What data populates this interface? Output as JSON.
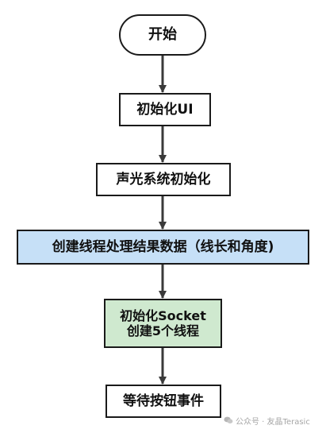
{
  "colors": {
    "stroke": "#1a1a1a",
    "arrow": "#3a3a3a",
    "default_fill": "#ffffff",
    "thread_fill": "#c6e0f7",
    "socket_fill": "#cfe9cf",
    "watermark_text": "#a6a6a6"
  },
  "flowchart": {
    "nodes": [
      {
        "id": "start",
        "shape": "terminator",
        "lines": [
          "开始"
        ],
        "fill": "#ffffff"
      },
      {
        "id": "init_ui",
        "shape": "process",
        "lines": [
          "初始化UI"
        ],
        "fill": "#ffffff"
      },
      {
        "id": "sound_light_init",
        "shape": "process",
        "lines": [
          "声光系统初始化"
        ],
        "fill": "#ffffff"
      },
      {
        "id": "create_thread",
        "shape": "process",
        "lines": [
          "创建线程处理结果数据（线长和角度)"
        ],
        "fill": "#c6e0f7"
      },
      {
        "id": "init_socket",
        "shape": "process",
        "lines": [
          "初始化Socket",
          "创建5个线程"
        ],
        "fill": "#cfe9cf"
      },
      {
        "id": "wait_button",
        "shape": "process",
        "lines": [
          "等待按钮事件"
        ],
        "fill": "#ffffff"
      }
    ],
    "edges": [
      {
        "from": "start",
        "to": "init_ui"
      },
      {
        "from": "init_ui",
        "to": "sound_light_init"
      },
      {
        "from": "sound_light_init",
        "to": "create_thread"
      },
      {
        "from": "create_thread",
        "to": "init_socket"
      },
      {
        "from": "init_socket",
        "to": "wait_button"
      }
    ]
  },
  "watermark": {
    "icon": "wechat-icon",
    "text": "公众号 · 友晶Terasic"
  }
}
